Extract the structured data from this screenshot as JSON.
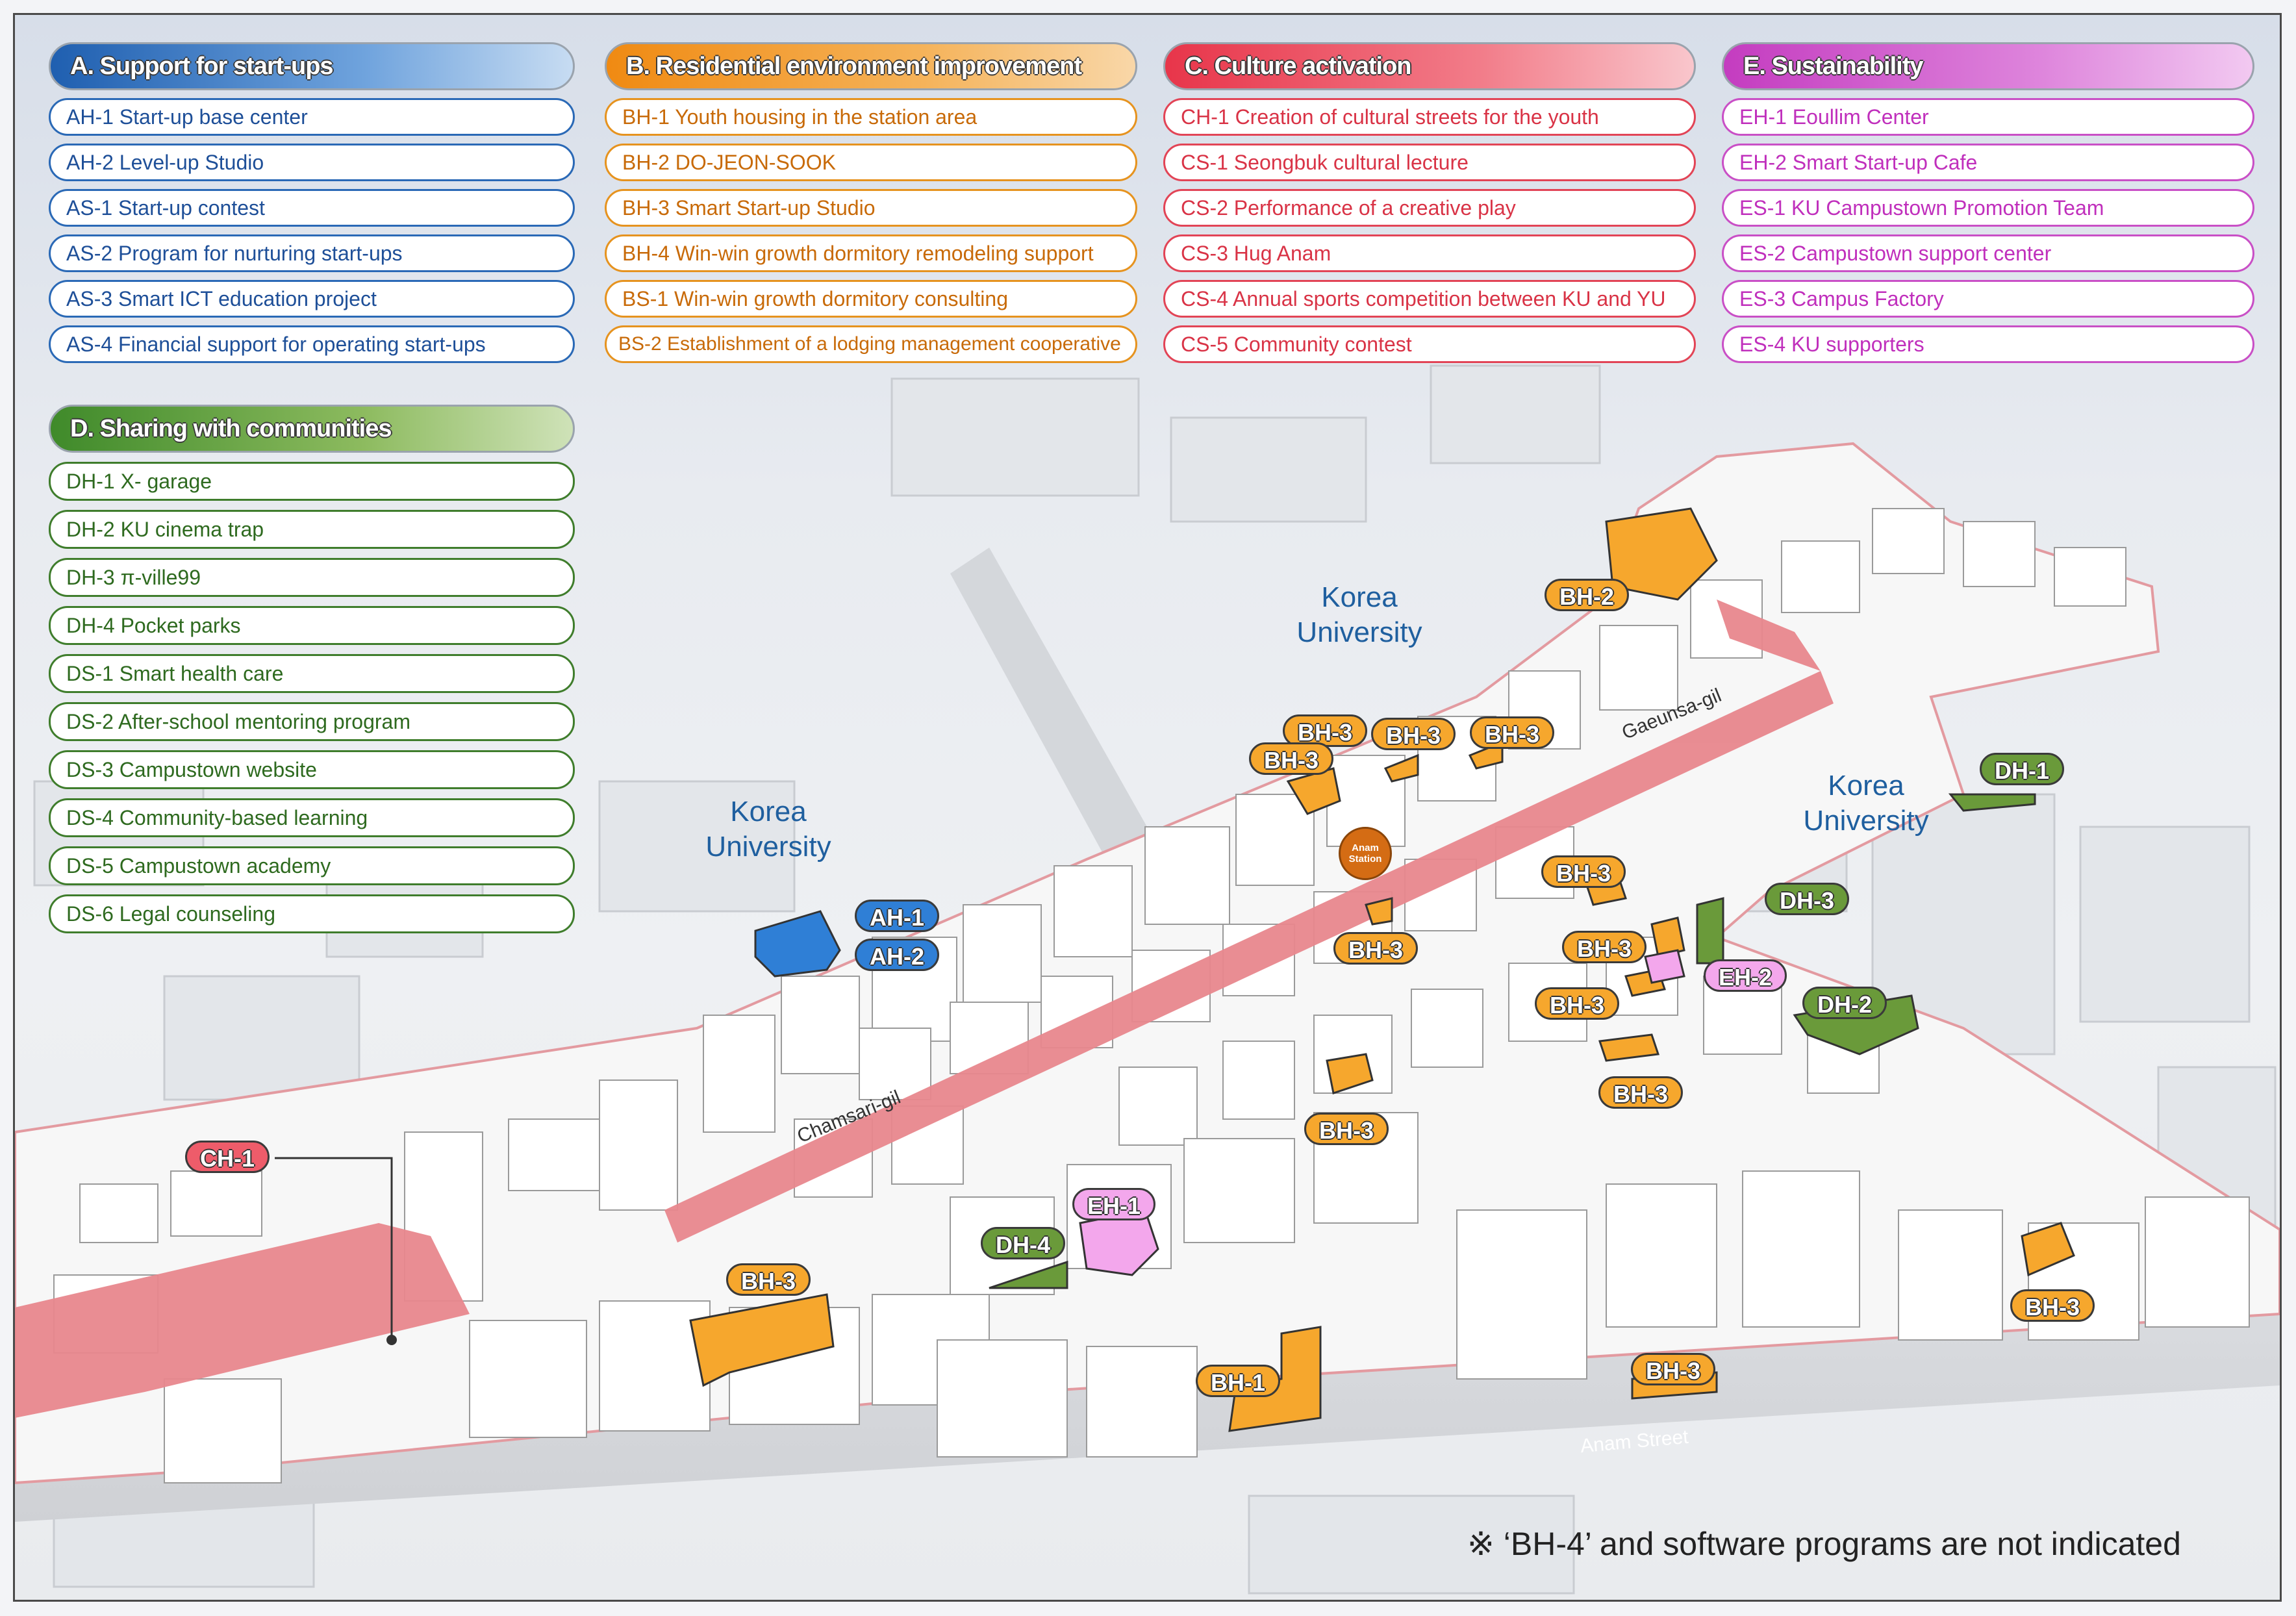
{
  "legend": {
    "A": {
      "title": "A. Support for start-ups",
      "items": [
        "AH-1 Start-up base center",
        "AH-2 Level-up Studio",
        "AS-1 Start-up contest",
        "AS-2 Program for nurturing start-ups",
        "AS-3 Smart ICT education project",
        "AS-4 Financial support for operating start-ups"
      ]
    },
    "B": {
      "title": "B. Residential environment improvement",
      "items": [
        "BH-1 Youth housing in the station area",
        "BH-2 DO-JEON-SOOK",
        "BH-3 Smart Start-up Studio",
        "BH-4 Win-win growth dormitory remodeling support",
        "BS-1 Win-win growth dormitory consulting",
        "BS-2 Establishment of a lodging management cooperative"
      ]
    },
    "C": {
      "title": "C. Culture activation",
      "items": [
        "CH-1 Creation of cultural streets for the youth",
        "CS-1 Seongbuk cultural lecture",
        "CS-2 Performance of a creative play",
        "CS-3 Hug Anam",
        "CS-4 Annual sports competition between KU and YU",
        "CS-5 Community contest"
      ]
    },
    "E": {
      "title": "E. Sustainability",
      "items": [
        "EH-1 Eoullim Center",
        "EH-2 Smart Start-up Cafe",
        "ES-1 KU Campustown Promotion Team",
        "ES-2 Campustown support center",
        "ES-3 Campus Factory",
        "ES-4 KU supporters"
      ]
    },
    "D": {
      "title": "D. Sharing with communities",
      "items": [
        "DH-1 X- garage",
        "DH-2 KU cinema trap",
        "DH-3 π-ville99",
        "DH-4 Pocket parks",
        "DS-1 Smart health care",
        "DS-2 After-school mentoring program",
        "DS-3 Campustown website",
        "DS-4 Community-based learning",
        "DS-5 Campustown academy",
        "DS-6 Legal counseling"
      ]
    }
  },
  "places": {
    "korea_university": "Korea\nUniversity"
  },
  "streets": {
    "gaeunsa": "Gaeunsa-gil",
    "chamsari": "Chamsari-gil",
    "anam": "Anam Street"
  },
  "station": {
    "line1": "Anam",
    "line2": "Station"
  },
  "tags": {
    "ah1": "AH-1",
    "ah2": "AH-2",
    "ch1": "CH-1",
    "bh1": "BH-1",
    "bh2": "BH-2",
    "bh3": "BH-3",
    "eh1": "EH-1",
    "eh2": "EH-2",
    "dh1": "DH-1",
    "dh2": "DH-2",
    "dh3": "DH-3",
    "dh4": "DH-4"
  },
  "note": "※ ‘BH-4’ and software programs are not indicated",
  "colors": {
    "bh": "#f6a72d",
    "ah": "#2f7fd6",
    "ch": "#ee5c6a",
    "eh": "#f3a7ec",
    "dh": "#6a9a3a",
    "street_red": "#e8878d",
    "station": "#d46c14"
  }
}
